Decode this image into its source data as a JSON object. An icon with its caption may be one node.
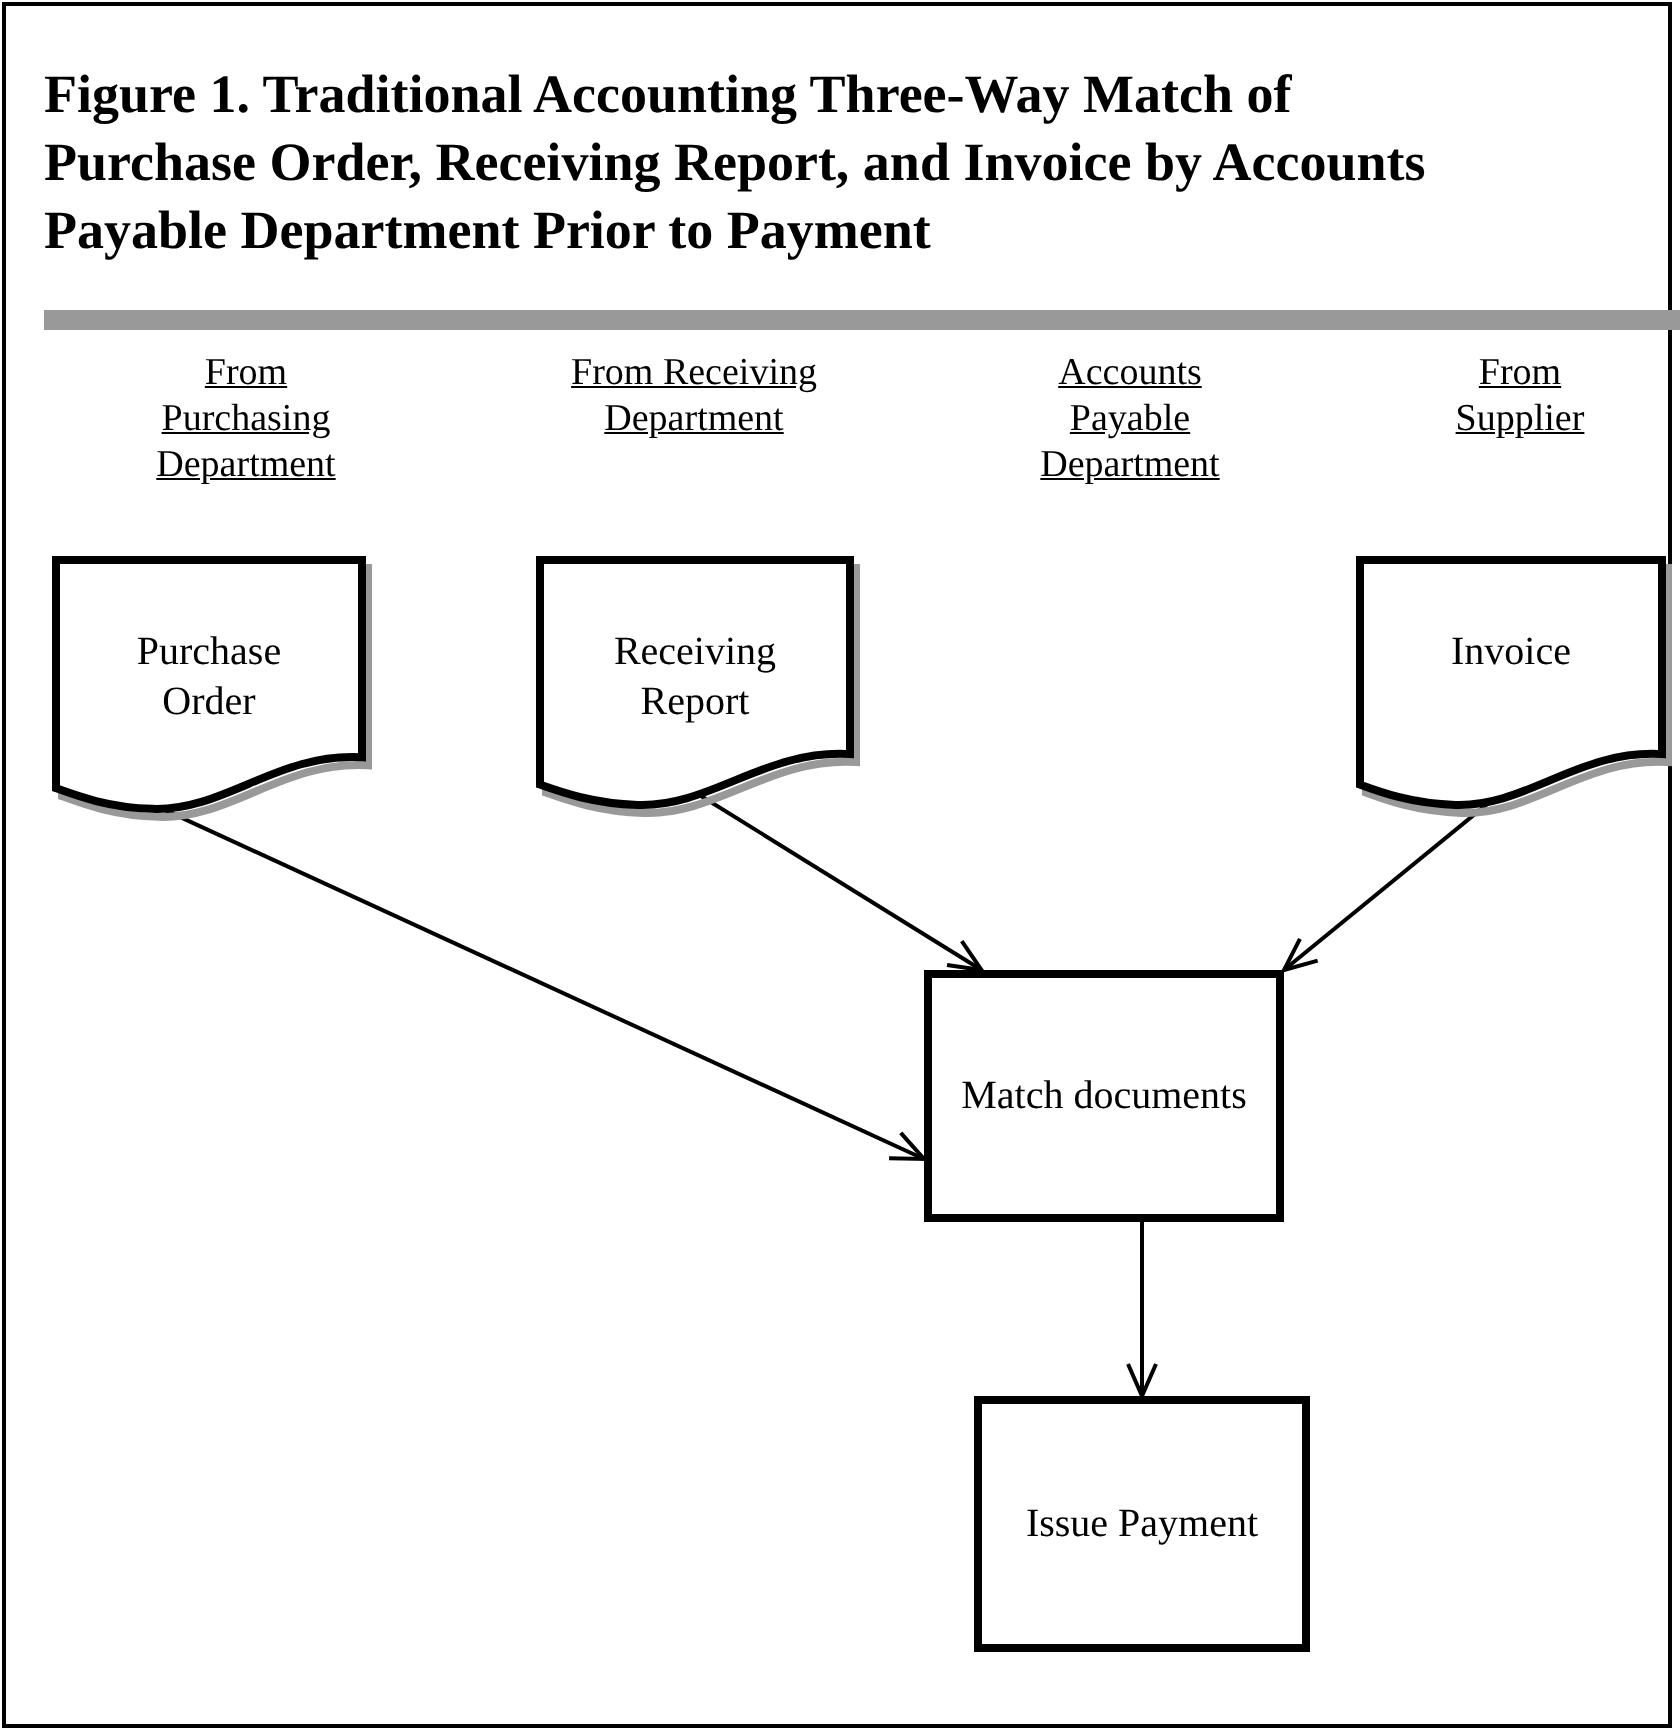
{
  "diagram": {
    "title": "Figure 1. Traditional Accounting Three-Way Match of Purchase Order, Receiving Report, and Invoice by Accounts Payable Department Prior to Payment",
    "nodes": [
      {
        "text": [
          "Purchase Order"
        ]
      },
      {
        "text": [
          "Receiving Report"
        ]
      },
      {
        "text": [
          "Invoice"
        ]
      },
      {
        "text": [
          "Match documents"
        ]
      },
      {
        "text": [
          "Issue Payment"
        ]
      }
    ],
    "edges": [
      {
        "from": 0,
        "to": 3,
        "arrow": "to"
      },
      {
        "from": 1,
        "to": 3,
        "arrow": "to"
      },
      {
        "from": 2,
        "to": 3,
        "arrow": "to"
      },
      {
        "from": 3,
        "to": 4,
        "arrow": "to"
      }
    ],
    "labels": [
      "From Purchasing Department",
      "From Receiving Department",
      "Accounts Payable Department",
      "From Supplier"
    ]
  }
}
